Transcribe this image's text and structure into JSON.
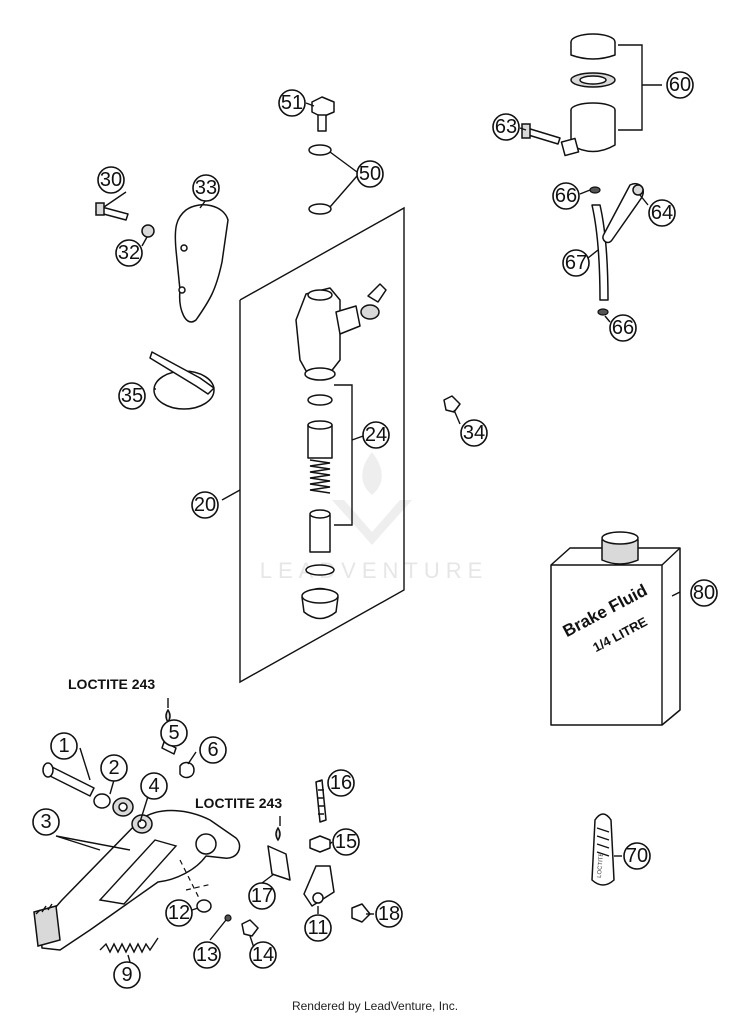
{
  "diagram": {
    "callouts": [
      "1",
      "2",
      "3",
      "4",
      "5",
      "6",
      "9",
      "11",
      "12",
      "13",
      "14",
      "15",
      "16",
      "17",
      "18",
      "20",
      "24",
      "30",
      "32",
      "33",
      "34",
      "35",
      "50",
      "51",
      "60",
      "63",
      "64",
      "66",
      "66",
      "67",
      "70",
      "80"
    ],
    "loctite_labels": [
      "LOCTITE 243",
      "LOCTITE 243"
    ],
    "can": {
      "line1": "Brake Fluid",
      "line2": "1/4 LITRE"
    },
    "tube_label": "LOCTITE",
    "watermark": "LEADVENTURE",
    "footer": "Rendered by LeadVenture, Inc."
  }
}
